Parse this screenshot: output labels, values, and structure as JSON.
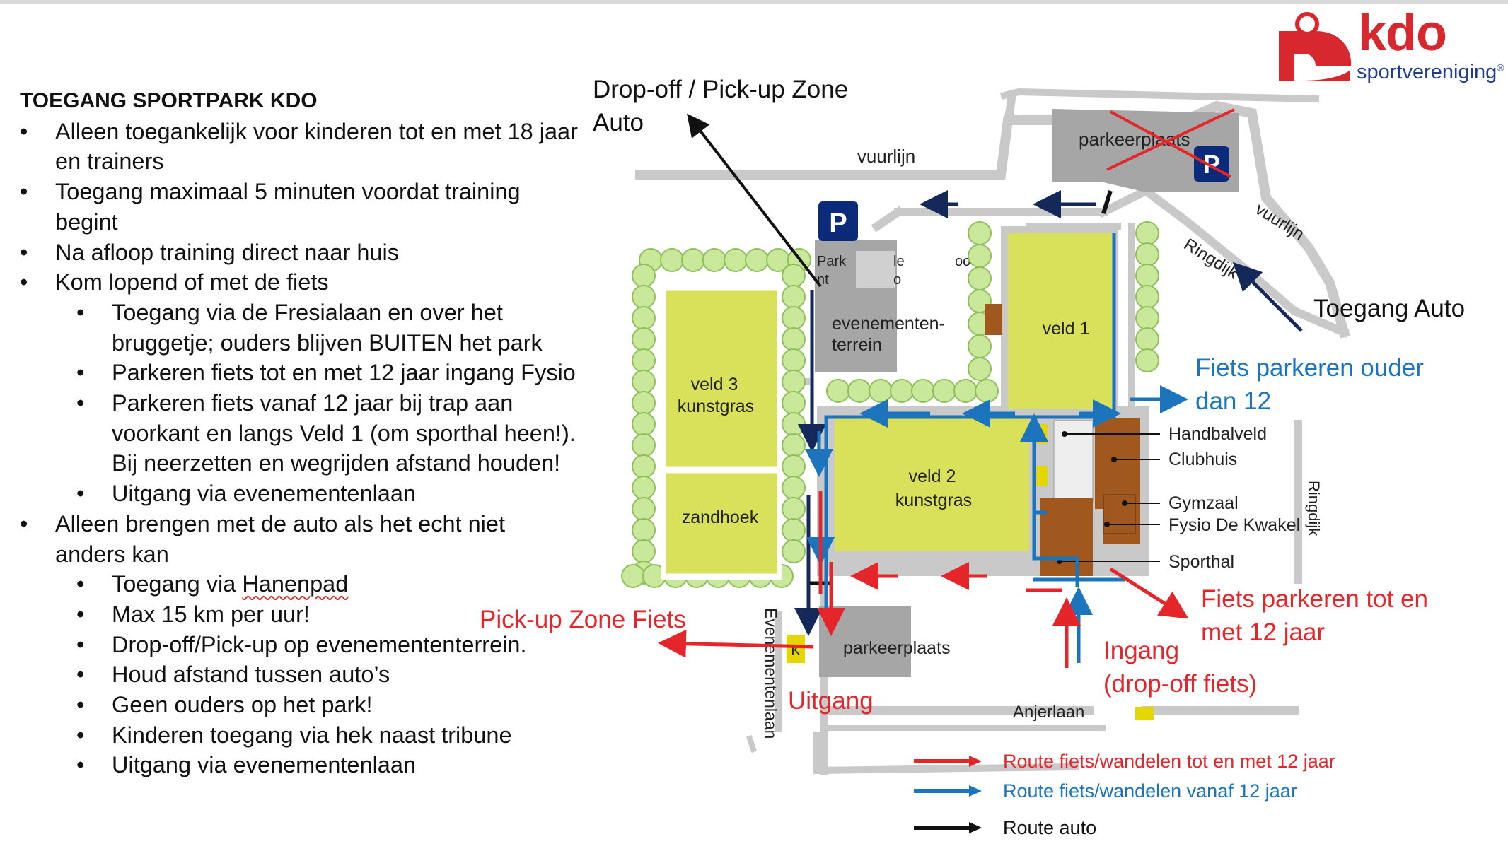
{
  "info": {
    "heading": "TOEGANG SPORTPARK KDO",
    "items": [
      {
        "level": 1,
        "text": "Alleen toegankelijk voor kinderen tot en met 18 jaar en trainers"
      },
      {
        "level": 1,
        "text": "Toegang maximaal 5 minuten voordat training begint"
      },
      {
        "level": 1,
        "text": "Na afloop training direct naar huis"
      },
      {
        "level": 1,
        "text": "Kom lopend of met de fiets"
      },
      {
        "level": 2,
        "text": "Toegang via de Fresialaan en over het bruggetje; ouders blijven BUITEN het park"
      },
      {
        "level": 2,
        "text": "Parkeren fiets tot en met 12 jaar ingang Fysio"
      },
      {
        "level": 2,
        "text": "Parkeren fiets vanaf 12 jaar bij trap aan voorkant en langs Veld 1 (om sporthal heen!). Bij neerzetten en wegrijden afstand houden!"
      },
      {
        "level": 2,
        "text": "Uitgang via evenementenlaan"
      },
      {
        "level": 1,
        "text": "Alleen brengen met de auto als het echt niet anders kan"
      },
      {
        "level": 2,
        "text_before": "Toegang via ",
        "squiggle": "Hanenpad",
        "text": ""
      },
      {
        "level": 2,
        "text": "Max 15 km per uur!"
      },
      {
        "level": 2,
        "text": "Drop-off/Pick-up op evenemententerrein."
      },
      {
        "level": 2,
        "text": "Houd afstand tussen auto’s"
      },
      {
        "level": 2,
        "text": "Geen ouders op het park!"
      },
      {
        "level": 2,
        "text": "Kinderen toegang via hek naast tribune"
      },
      {
        "level": 2,
        "text": "Uitgang via evenementenlaan"
      }
    ]
  },
  "map_labels": {
    "vuurlijn_top": "vuurlijn",
    "vuurlijn_right": "vuurlijn",
    "ringdijk_top": "Ringdijk",
    "ringdijk_right": "Ringdijk",
    "parkeerplaats_top": "parkeerplaats",
    "parkeerplaats_bottom": "parkeerplaats",
    "parking_symbol": "P",
    "evenemententerrein_1": "evenementen-",
    "evenemententerrein_2": "terrein",
    "veld1": "veld 1",
    "veld2_1": "veld 2",
    "veld2_2": "kunstgras",
    "veld3_1": "veld 3",
    "veld3_2": "kunstgras",
    "zandhoek": "zandhoek",
    "handbalveld": "Handbalveld",
    "clubhuis": "Clubhuis",
    "gymzaal": "Gymzaal",
    "fysio": "Fysio De Kwakel",
    "sporthal": "Sporthal",
    "anjerlaan": "Anjerlaan",
    "evenementenlaan": "Evenementenlaan",
    "kiosk_k": "K",
    "obscured_1": "Park",
    "obscured_2": "le",
    "obscured_3": "ood",
    "obscured_4": "nt",
    "obscured_5": "o"
  },
  "callouts": {
    "dropoff": "Drop-off / Pick-up Zone Auto",
    "toegang_auto": "Toegang Auto",
    "fiets_ouder_1": "Fiets parkeren ouder",
    "fiets_ouder_2": "dan 12",
    "pickup_fiets": "Pick-up Zone Fiets",
    "uitgang": "Uitgang",
    "ingang_1": "Ingang",
    "ingang_2": "(drop-off fiets)",
    "fiets_jong_1": "Fiets parkeren tot en",
    "fiets_jong_2": "met 12 jaar"
  },
  "legend": [
    {
      "color": "#e4262b",
      "label": "Route fiets/wandelen tot en met 12 jaar"
    },
    {
      "color": "#1c75bc",
      "label": "Route fiets/wandelen vanaf 12 jaar"
    },
    {
      "color": "#111111",
      "label": "Route auto"
    }
  ],
  "logo": {
    "brand": "kdo",
    "sub": "sportvereniging",
    "reg": "®"
  },
  "colors": {
    "field": "#d9e05a",
    "grey": "#a6a6a6",
    "road": "#c9c9c9",
    "building": "#a0581e",
    "tree": "#c9e89a",
    "red": "#e4262b",
    "blue": "#1c75bc",
    "navy": "#14285a",
    "parking_blue": "#0b2a7a"
  }
}
